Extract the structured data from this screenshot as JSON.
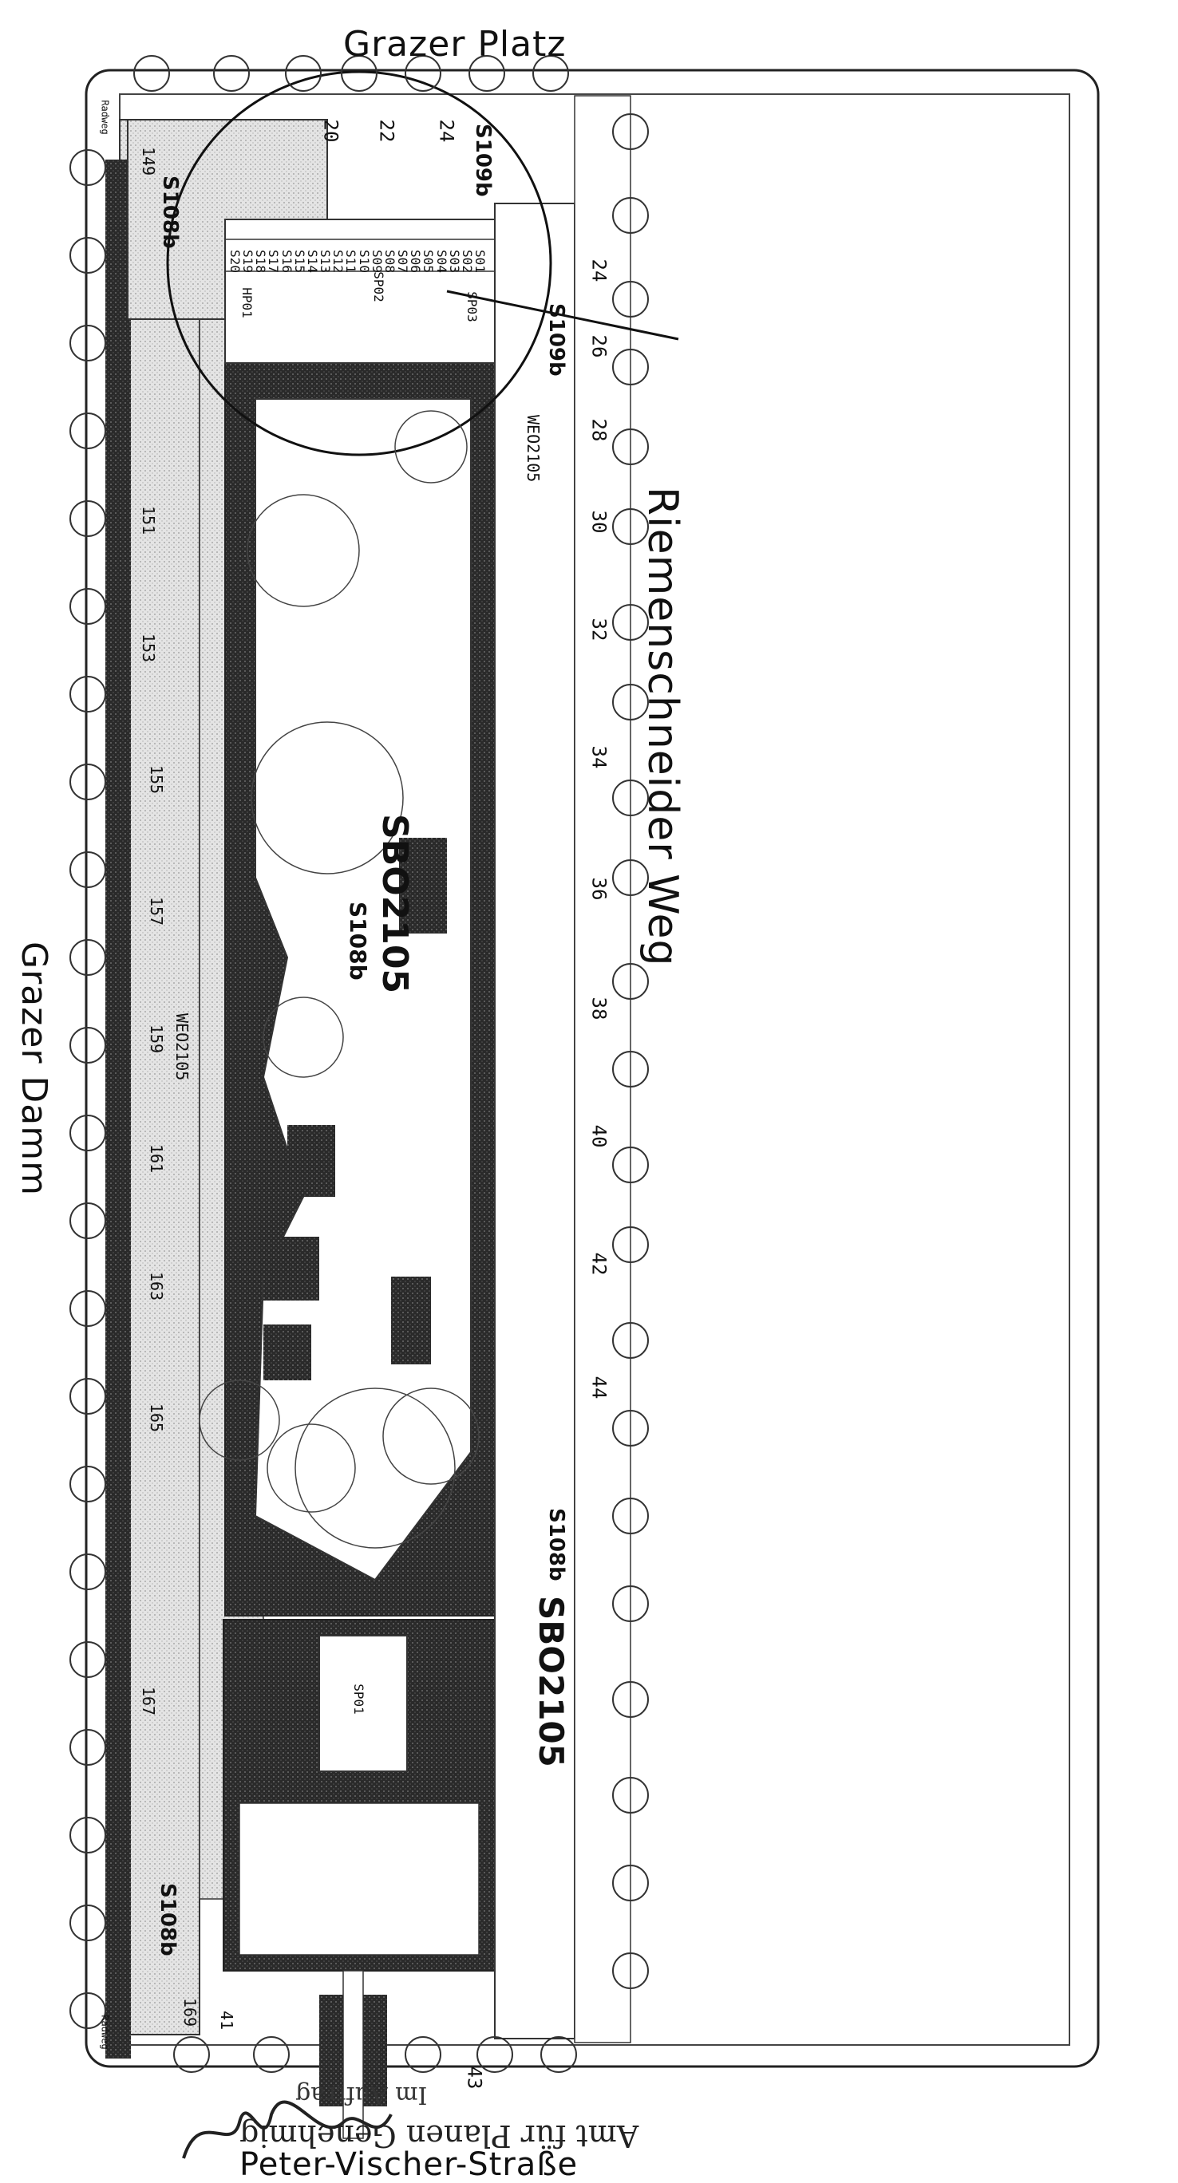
{
  "streets": {
    "top": "Grazer Platz",
    "left": "Grazer Damm",
    "right": "Riemenschneider Weg",
    "bottom": "Peter-Vischer-Straße"
  },
  "zones": {
    "main_center": "SBO2105",
    "main_center_sub": "S108b",
    "main_right": "SBO2105",
    "main_right_sub": "S108b",
    "we_right": "WEO2105",
    "we_left": "WEO2105",
    "s108b_upper_left": "S108b",
    "s108b_lower_left": "S108b",
    "s109b_top_right": "S109b",
    "s109b_upper_right": "S109b"
  },
  "house_numbers_right": [
    "20",
    "22",
    "24",
    "24",
    "26",
    "28",
    "30",
    "32",
    "34",
    "36",
    "38",
    "40",
    "42",
    "44",
    "43"
  ],
  "house_numbers_left": [
    "149",
    "151",
    "153",
    "155",
    "157",
    "159",
    "161",
    "163",
    "165",
    "167",
    "169",
    "41"
  ],
  "parking_spaces": [
    "S01",
    "S02",
    "S03",
    "S04",
    "S05",
    "S06",
    "S07",
    "S08",
    "S09",
    "S10",
    "S11",
    "S12",
    "S13",
    "S14",
    "S15",
    "S16",
    "S17",
    "S18",
    "S19",
    "S20"
  ],
  "play_areas": [
    "SP01",
    "SP02",
    "SP03",
    "HP01"
  ],
  "stamp": {
    "line1": "Amt für Planen Genehmig",
    "line2": "Im Auftrag"
  },
  "edge_labels": [
    "Radweg",
    "Radweg"
  ]
}
